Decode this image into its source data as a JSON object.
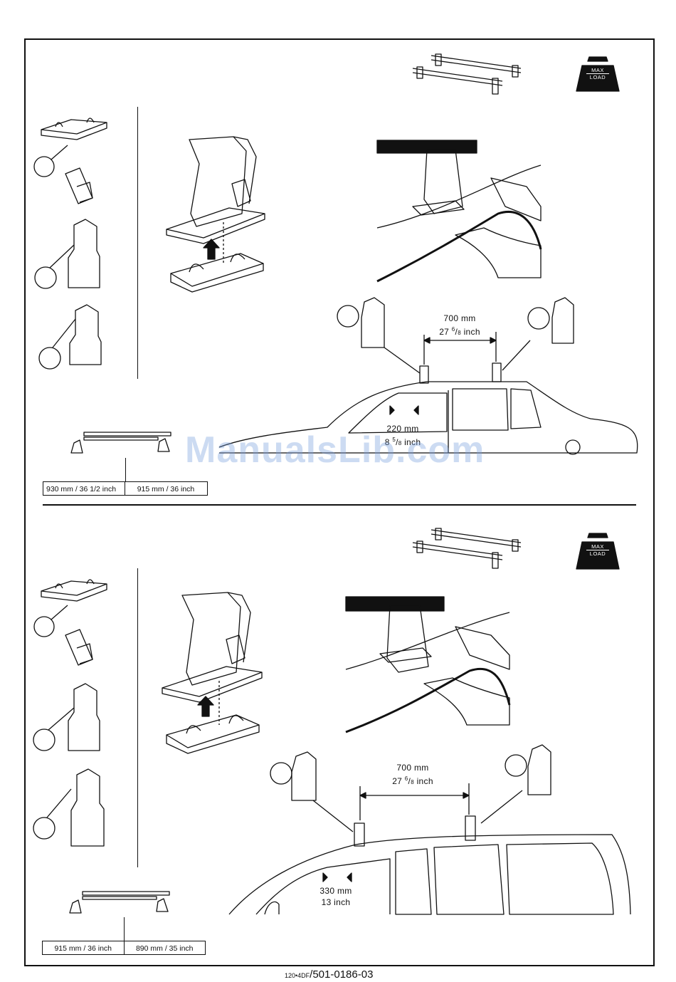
{
  "sections": [
    {
      "id": "upper",
      "badge": {
        "line1": "MAX",
        "line2": "LOAD"
      },
      "bar_spacing": {
        "value": "700 mm",
        "inch_whole": "27",
        "inch_num": "6",
        "inch_den": "8",
        "inch_unit": "inch"
      },
      "front_offset": {
        "value": "220 mm",
        "inch_whole": "8",
        "inch_num": "5",
        "inch_den": "8",
        "inch_unit": "inch"
      },
      "bar_lengths": [
        "930 mm / 36 1/2 inch",
        "915 mm / 36 inch"
      ],
      "icon": "sedan-roof-rack-diagram"
    },
    {
      "id": "lower",
      "badge": {
        "line1": "MAX",
        "line2": "LOAD"
      },
      "bar_spacing": {
        "value": "700 mm",
        "inch_whole": "27",
        "inch_num": "6",
        "inch_den": "8",
        "inch_unit": "inch"
      },
      "front_offset": {
        "value": "330 mm",
        "inch_text": "13 inch"
      },
      "bar_lengths": [
        "915 mm / 36 inch",
        "890 mm / 35 inch"
      ],
      "icon": "wagon-roof-rack-diagram"
    }
  ],
  "footer": {
    "prefix": "120•4DF",
    "part_number": "/501-0186-03"
  },
  "watermark": "ManualsLib.com"
}
